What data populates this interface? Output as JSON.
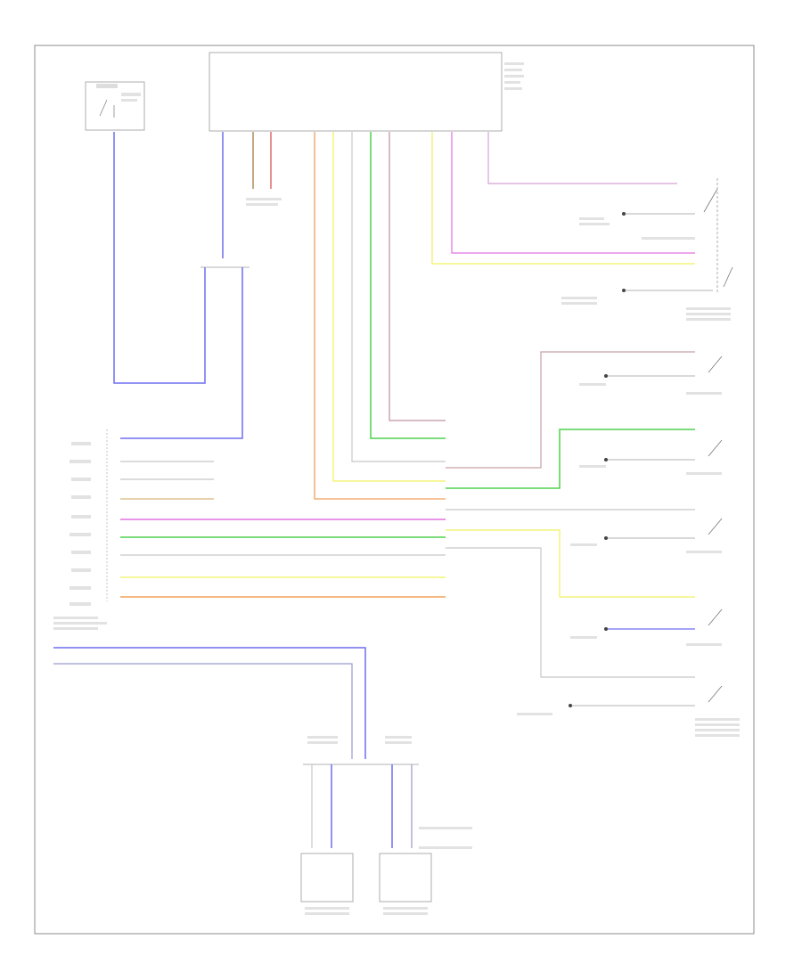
{
  "diagram": {
    "footer_tag": "",
    "colors": {
      "border": "#8c8c8c",
      "blue": "#6e6ef0",
      "red": "#e06a6a",
      "brown": "#b38a5a",
      "pink": "#d9a0c0",
      "yellow": "#f3f37a",
      "green": "#4ed04e",
      "orange": "#f0a05a",
      "magenta": "#e070e0",
      "tan": "#d8b87a",
      "gray": "#bdbdbd",
      "text": "#8a8a8a"
    },
    "components": [
      "top-left-switch",
      "top-module",
      "left-module",
      "right-switch-1",
      "right-switch-2",
      "right-switch-3",
      "right-switch-4",
      "right-switch-5",
      "right-switch-6",
      "right-switch-7",
      "bottom-splice",
      "bottom-left-connector",
      "bottom-right-connector"
    ]
  }
}
